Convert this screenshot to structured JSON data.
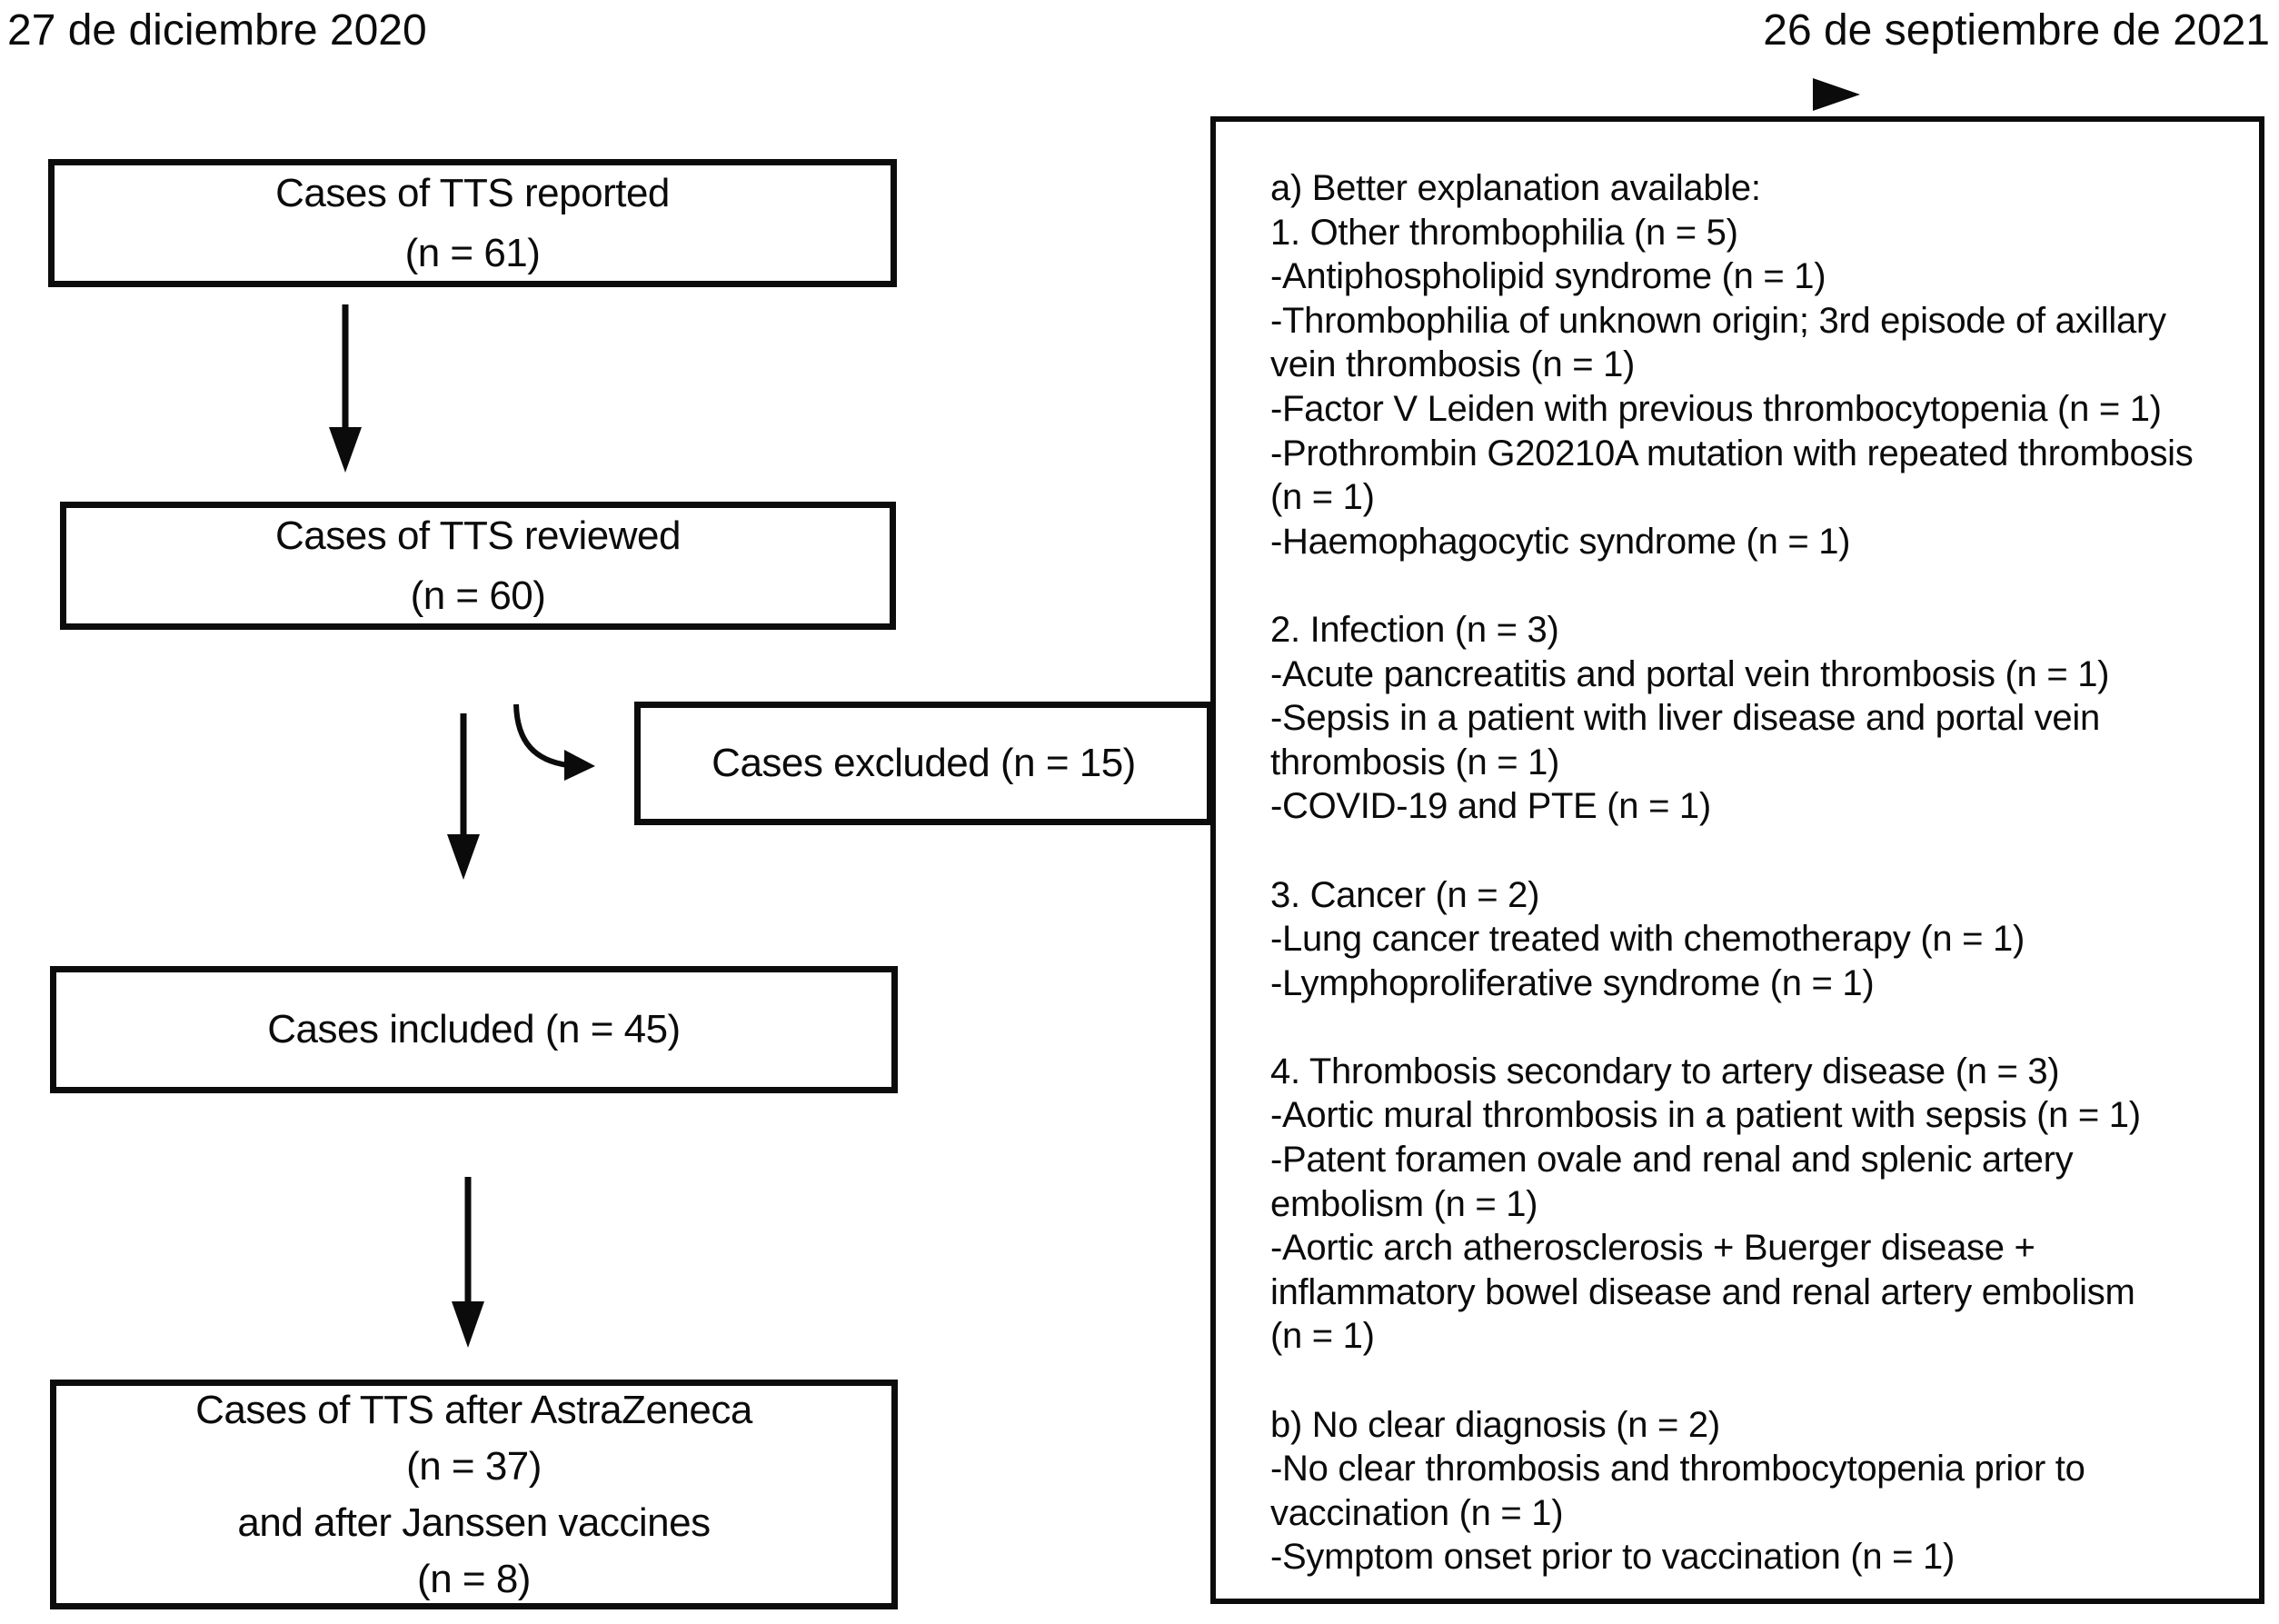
{
  "colors": {
    "ink": "#0b0b0b",
    "background": "#ffffff"
  },
  "timeline": {
    "start_date": "27 de diciembre 2020",
    "end_date": "26 de septiembre de 2021"
  },
  "flowchart": {
    "reported": {
      "title": "Cases of TTS reported",
      "count": "(n = 61)"
    },
    "reviewed": {
      "title": "Cases of TTS reviewed",
      "count": "(n = 60)"
    },
    "excluded": {
      "label": "Cases excluded (n = 15)"
    },
    "included": {
      "label": "Cases included (n = 45)"
    },
    "final": {
      "line1": "Cases of TTS after AstraZeneca",
      "line2": "(n = 37)",
      "line3": "and after Janssen vaccines",
      "line4": "(n = 8)"
    }
  },
  "exclusion_panel": {
    "lines": [
      "a) Better explanation available:",
      "1. Other thrombophilia (n = 5)",
      "-Antiphospholipid syndrome (n = 1)",
      "-Thrombophilia of unknown origin; 3rd episode of axillary",
      "vein thrombosis (n = 1)",
      "-Factor V Leiden with previous thrombocytopenia (n = 1)",
      "-Prothrombin G20210A mutation with repeated thrombosis",
      "(n = 1)",
      "-Haemophagocytic syndrome (n = 1)",
      "",
      "2. Infection (n = 3)",
      "-Acute pancreatitis and portal vein thrombosis (n = 1)",
      "-Sepsis in a patient with liver disease and portal vein",
      "thrombosis (n = 1)",
      "-COVID-19 and PTE (n = 1)",
      "",
      "3. Cancer (n = 2)",
      "-Lung cancer treated with chemotherapy (n = 1)",
      "-Lymphoproliferative syndrome (n = 1)",
      "",
      "4. Thrombosis secondary to artery disease (n = 3)",
      "-Aortic mural thrombosis in a patient with sepsis (n = 1)",
      "-Patent foramen ovale and renal and splenic artery",
      "embolism (n = 1)",
      "-Aortic arch atherosclerosis + Buerger disease +",
      "inflammatory bowel disease and renal artery embolism",
      "(n = 1)",
      "",
      "b) No clear diagnosis (n = 2)",
      "-No clear thrombosis and thrombocytopenia prior to",
      "vaccination (n = 1)",
      "-Symptom onset prior to vaccination (n = 1)"
    ]
  }
}
